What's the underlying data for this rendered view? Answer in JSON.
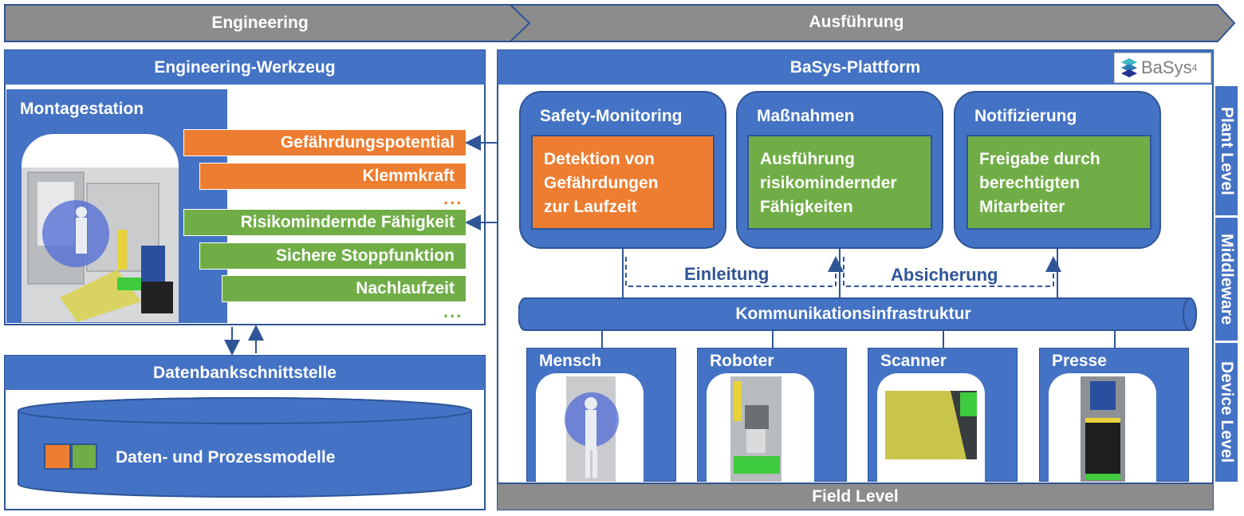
{
  "phases": {
    "engineering": "Engineering",
    "execution": "Ausführung"
  },
  "engineering_tool": {
    "title": "Engineering-Werkzeug",
    "station": "Montagestation",
    "hazards": [
      "Gefährdungspotential",
      "Klemmkraft"
    ],
    "hazards_more": "...",
    "capabilities": [
      "Risikomindernde Fähigkeit",
      "Sichere Stoppfunktion",
      "Nachlaufzeit"
    ],
    "capabilities_more": "..."
  },
  "database": {
    "title": "Datenbankschnittstelle",
    "models": "Daten- und Prozessmodelle"
  },
  "basys": {
    "title": "BaSys-Plattform",
    "logo": "BaSys",
    "logo_sup": "4",
    "services": [
      {
        "title": "Safety-Monitoring",
        "body": [
          "Detektion von",
          "Gefährdungen",
          "zur Laufzeit"
        ]
      },
      {
        "title": "Maßnahmen",
        "body": [
          "Ausführung",
          "risikomindernder",
          "Fähigkeiten"
        ]
      },
      {
        "title": "Notifizierung",
        "body": [
          "Freigabe durch",
          "berechtigten",
          "Mitarbeiter"
        ]
      }
    ],
    "flow_labels": {
      "initiation": "Einleitung",
      "safeguarding": "Absicherung"
    },
    "bus": "Kommunikationsinfrastruktur",
    "devices": [
      "Mensch",
      "Roboter",
      "Scanner",
      "Presse"
    ],
    "field_level": "Field Level"
  },
  "levels": {
    "plant": "Plant Level",
    "middleware": "Middleware",
    "device": "Device Level"
  },
  "colors": {
    "blue": "#4472c4",
    "dark_blue": "#2f5597",
    "orange": "#ed7d31",
    "green": "#70ad47",
    "gray": "#8c8c8c"
  }
}
